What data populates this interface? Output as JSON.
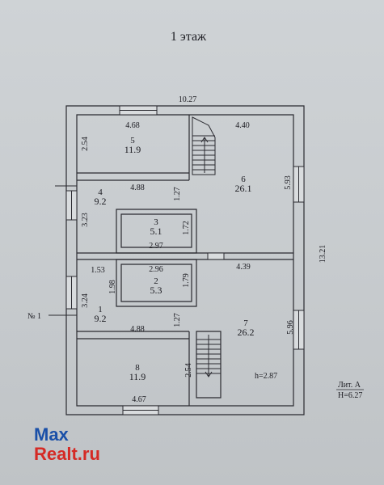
{
  "floor_title": "1 этаж",
  "total_width": "10.27",
  "total_depth": "13.21",
  "entrance": "№ 1",
  "lit_label": "Лит. А",
  "lit_height": "H=6.27",
  "ceiling_height": "h=2.87",
  "rooms": [
    {
      "number": "5",
      "area": "11.9"
    },
    {
      "number": "6",
      "area": "26.1"
    },
    {
      "number": "4",
      "area": "9.2"
    },
    {
      "number": "3",
      "area": "5.1"
    },
    {
      "number": "2",
      "area": "5.3"
    },
    {
      "number": "1",
      "area": "9.2"
    },
    {
      "number": "7",
      "area": "26.2"
    },
    {
      "number": "8",
      "area": "11.9"
    }
  ],
  "dimensions": {
    "r5_width": "4.68",
    "r5_depth": "2.54",
    "r6_width": "4.40",
    "r6_depth": "5.93",
    "r4_width": "4.88",
    "r4_depth": "3.23",
    "r4_depth2": "1.27",
    "r3_width": "2.97",
    "r3_depth": "1.72",
    "r1_width_top": "1.53",
    "r2_width": "2.96",
    "r2_depth_left": "1.98",
    "r2_depth_right": "1.79",
    "r7_width": "4.39",
    "r7_depth": "5.96",
    "r1_depth": "3.24",
    "r1_depth2": "1.27",
    "r1_width": "4.88",
    "r8_width": "4.67",
    "r8_depth": "2.54"
  },
  "watermark": {
    "line1": "Max",
    "line2": "Realt.ru"
  }
}
